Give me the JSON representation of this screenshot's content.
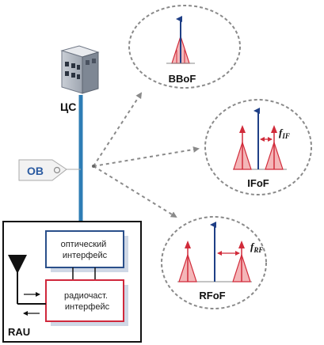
{
  "diagram": {
    "central_station": {
      "label": "ЦС"
    },
    "fiber": {
      "label": "ОВ"
    },
    "rau": {
      "label": "RAU",
      "optical_interface": [
        "оптический",
        "интерфейс"
      ],
      "radio_interface": [
        "радиочаст.",
        "интерфейс"
      ]
    },
    "bubbles": [
      {
        "id": "bbof",
        "label": "BBoF"
      },
      {
        "id": "ifof",
        "label": "IFoF",
        "freq_label": "f",
        "freq_sub": "IF"
      },
      {
        "id": "rfof",
        "label": "RFoF",
        "freq_label": "f",
        "freq_sub": "RF"
      }
    ],
    "colors": {
      "fiber_line": "#2e7db5",
      "optical_box_border": "#2a4f8a",
      "radio_box_border": "#d0283c",
      "spectrum_fill": "#f4b6b8",
      "spectrum_edge": "#d12b3a",
      "carrier_arrow": "#1f3f86",
      "dashed_arrow": "#8a8a8a"
    }
  }
}
